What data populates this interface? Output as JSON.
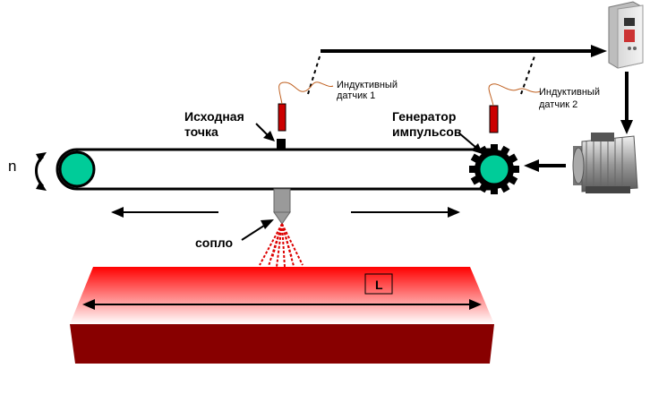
{
  "labels": {
    "rotation": "n",
    "start_point": [
      "Исходная",
      "точка"
    ],
    "pulse_generator": [
      "Генератор",
      "импульсов"
    ],
    "sensor1": [
      "Индуктивный",
      "датчик 1"
    ],
    "sensor2": [
      "Индуктивный",
      "датчик 2"
    ],
    "nozzle": "сопло",
    "length": "L"
  },
  "colors": {
    "pulley": "#00cc99",
    "sensor": "#cc0000",
    "spray": "#dd0000",
    "plate_top_from": "#ff0000",
    "plate_top_to": "#ffffff",
    "plate_front": "#880000",
    "nozzle": "#9a9a9a"
  },
  "icons": {
    "controller": "frequency-converter-icon",
    "motor": "electric-motor-icon"
  }
}
